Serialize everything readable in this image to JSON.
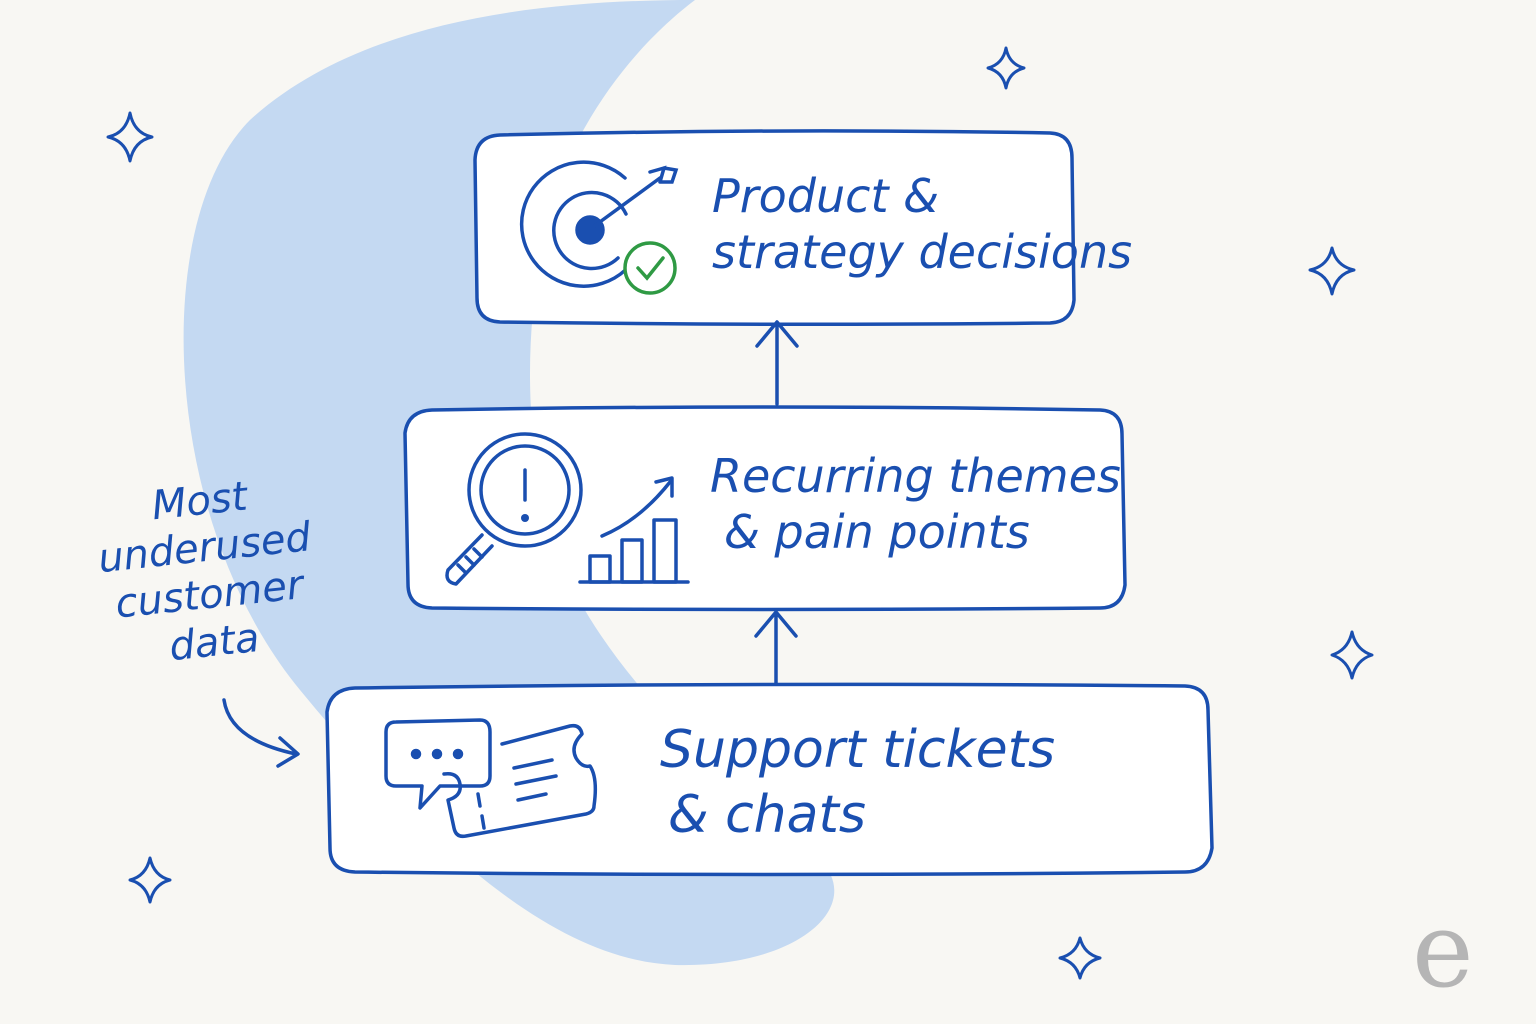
{
  "colors": {
    "background": "#f8f7f3",
    "accent_shape": "#c4d9f2",
    "ink": "#1a4fb0",
    "check_green": "#2f9a44",
    "logo_gray": "#b5b5b5"
  },
  "boxes": {
    "top": {
      "line1": "Product &",
      "line2": "strategy decisions",
      "icon": "target-check-icon"
    },
    "middle": {
      "line1": "Recurring themes",
      "line2": "& pain points",
      "icon": "magnifier-alert-trend-icon"
    },
    "bottom": {
      "line1": "Support tickets",
      "line2": "& chats",
      "icon": "chat-ticket-icon"
    }
  },
  "annotation": {
    "line1": "Most",
    "line2": "underused",
    "line3": "customer",
    "line4": "data"
  },
  "logo": {
    "letter": "e"
  }
}
